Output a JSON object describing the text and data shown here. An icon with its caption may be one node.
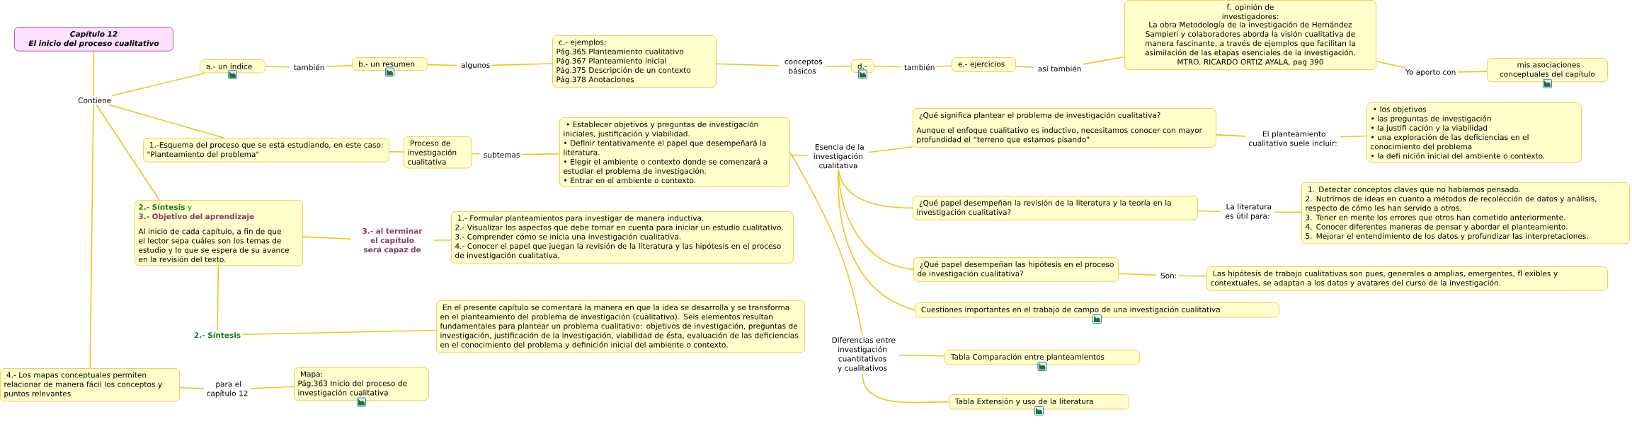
{
  "diagram": {
    "nodes": [
      {
        "text": [
          "Capítulo 12",
          "El inicio del proceso cualitativo"
        ]
      },
      {
        "text": [
          "Contiene"
        ]
      },
      {
        "text": [
          "a.- un índice"
        ]
      },
      {
        "text": [
          "también"
        ]
      },
      {
        "text": [
          "b.- un resumen"
        ]
      },
      {
        "text": [
          "algunos"
        ]
      },
      {
        "text": [
          "c.- ejemplos:",
          "Pág.365 Planteamiento cualitativo",
          "Pág.367 Planteamiento inicial",
          "Pág.375 Descripción de un contexto",
          "Pág.378 Anotaciones"
        ]
      },
      {
        "text": [
          "conceptos básicos"
        ]
      },
      {
        "text": [
          "d.-"
        ]
      },
      {
        "text": [
          "también"
        ]
      },
      {
        "text": [
          "e.- ejercicios"
        ]
      },
      {
        "text": [
          "así también"
        ]
      },
      {
        "text": [
          "f. opinión de investigadores:",
          "La obra Metodología de la investigación de Hernández Sampieri y colaboradores aborda la visión cualitativa de manera fascinante, a través de ejemplos que facilitan la asimilación de las etapas esenciales de la investigación.",
          "MTRO. RICARDO ORTIZ AYALA, pag 390"
        ]
      },
      {
        "text": [
          "Yo aporto con"
        ]
      },
      {
        "text": [
          "mis asociaciones conceptuales del capítulo"
        ]
      },
      {
        "text": [
          "1.-Esquema del proceso que se está estudiando, en este caso: \"Planteamiento del problema\""
        ]
      },
      {
        "text": [
          "Proceso de investigación cualitativa"
        ]
      },
      {
        "text": [
          "subtemas"
        ]
      },
      {
        "text": [
          "• Establecer objetivos y preguntas de investigación iniciales, justificación y viabilidad.",
          "• Definir tentativamente el papel que desempeñará la literatura.",
          "• Elegir el ambiente o contexto donde se comenzará a estudiar el problema de investigación.",
          "• Entrar en el ambiente o contexto."
        ]
      },
      {
        "text": [
          "Esencia de la investigación cualitativa"
        ]
      },
      {
        "text": [
          "¿Qué significa plantear el problema de investigación cualitativa?",
          "Aunque el enfoque cualitativo es inductivo, necesitamos conocer con mayor profundidad el “terreno que estamos pisando\""
        ]
      },
      {
        "text": [
          "El planteamiento cualitativo suele incluir:"
        ]
      },
      {
        "text": [
          "• los objetivos",
          "• las preguntas de investigación",
          "• la justifi cación y la viabilidad",
          "• una exploración de las deficiencias en el conocimiento del problema",
          "• la defi nición inicial del ambiente o contexto."
        ]
      },
      {
        "text": [
          "¿Qué papel desempeñan la revisión de la literatura y la teoría en la investigación cualitativa?"
        ]
      },
      {
        "text": [
          "La literatura es útil para:"
        ]
      },
      {
        "text": [
          "1. Detectar conceptos claves que no habíamos pensado.",
          "2. Nutrirnos de ideas en cuanto a métodos de recolección de datos y análisis, respecto de cómo les han servido a otros.",
          "3. Tener en mente los errores que otros han cometido anteriormente.",
          "4. Conocer diferentes maneras de pensar y abordar el planteamiento.",
          "5. Mejorar el entendimiento de los datos y profundizar las interpretaciones."
        ]
      },
      {
        "text": [
          "¿Qué papel desempeñan las hipótesis en el proceso de investigación cualitativa?"
        ]
      },
      {
        "text": [
          "Son:"
        ]
      },
      {
        "text": [
          "Las hipótesis de trabajo cualitativas son pues, generales o amplias, emergentes, fl exibles y contextuales, se adaptan a los datos y avatares del curso de la investigación."
        ]
      },
      {
        "text": [
          "Cuestiones importantes en el trabajo de campo de una investigación cualitativa"
        ]
      },
      {
        "text": [
          "Diferencias entre investigación cuantitativos y cualitativos"
        ]
      },
      {
        "text": [
          "Tabla Comparación entre planteamientos"
        ]
      },
      {
        "text": [
          "Tabla Extensión y uso de la literatura"
        ]
      },
      {
        "text": [
          "**2.- Síntesis** y",
          "3.- Objetivo del aprendizaje",
          "Al inicio de cada capítulo, a fin de que el lector sepa cuáles son los temas de estudio y lo que se espera de su avance en la revisión del texto."
        ]
      },
      {
        "text": [
          "3.- al terminar el capítulo será capaz de"
        ]
      },
      {
        "text": [
          "1.- Formular planteamientos para investigar de manera inductiva.",
          "2.- Visualizar los aspectos que debe tomar en cuenta para iniciar un estudio cualitativo.",
          "3.- Comprender cómo se inicia una investigación cualitativa.",
          "4.- Conocer el papel que juegan la revisión de la literatura y las hipótesis en el proceso de investigación cualitativa."
        ]
      },
      {
        "text": [
          "2.- Síntesis"
        ]
      },
      {
        "text": [
          "En el presente capítulo se comentará la manera en que la idea se desarrolla y se transforma en el planteamiento del problema de investigación (cualitativo). Seis elementos resultan fundamentales para plantear un problema cualitativo: objetivos de investigación, preguntas de investigación, justificación de la investigación, viabilidad de ésta, evaluación de las deficiencias en el conocimiento del problema y definición inicial del ambiente o contexto."
        ]
      },
      {
        "text": [
          "4.- Los mapas conceptuales permiten relacionar de manera fácil los conceptos y puntos relevantes"
        ]
      },
      {
        "text": [
          "para el capítulo 12"
        ]
      },
      {
        "text": [
          "Mapa:",
          "Pág.363 Inicio del proceso de investigación cualitativa"
        ]
      }
    ],
    "edges": [
      {
        "from": 0,
        "to": 1,
        "arrow": "none"
      },
      {
        "from": 1,
        "to": 38,
        "arrow": "none"
      },
      {
        "from": 1,
        "to": 2,
        "arrow": "none"
      },
      {
        "from": 1,
        "to": 15,
        "arrow": "none"
      },
      {
        "from": 1,
        "to": 33,
        "arrow": "none"
      },
      {
        "from": 2,
        "to": 3,
        "arrow": "none"
      },
      {
        "from": 3,
        "to": 4,
        "arrow": "none"
      },
      {
        "from": 4,
        "to": 5,
        "arrow": "none"
      },
      {
        "from": 5,
        "to": 6,
        "arrow": "none"
      },
      {
        "from": 6,
        "to": 7,
        "arrow": "none"
      },
      {
        "from": 7,
        "to": 8,
        "arrow": "none"
      },
      {
        "from": 8,
        "to": 9,
        "arrow": "none"
      },
      {
        "from": 9,
        "to": 10,
        "arrow": "none"
      },
      {
        "from": 10,
        "to": 11,
        "arrow": "none"
      },
      {
        "from": 11,
        "to": 12,
        "arrow": "none"
      },
      {
        "from": 12,
        "to": 13,
        "arrow": "none"
      },
      {
        "from": 13,
        "to": 14,
        "arrow": "none"
      },
      {
        "from": 15,
        "to": 16,
        "arrow": "none"
      },
      {
        "from": 16,
        "to": 17,
        "arrow": "none"
      },
      {
        "from": 17,
        "to": 18,
        "arrow": "none"
      },
      {
        "from": 18,
        "to": 19,
        "arrow": "none"
      },
      {
        "from": 18,
        "to": 30,
        "arrow": "none"
      },
      {
        "from": 19,
        "to": 20,
        "arrow": "none"
      },
      {
        "from": 20,
        "to": 21,
        "arrow": "none"
      },
      {
        "from": 21,
        "to": 22,
        "arrow": "none"
      },
      {
        "from": 19,
        "to": 23,
        "arrow": "none"
      },
      {
        "from": 23,
        "to": 24,
        "arrow": "none"
      },
      {
        "from": 24,
        "to": 25,
        "arrow": "none"
      },
      {
        "from": 19,
        "to": 26,
        "arrow": "none"
      },
      {
        "from": 26,
        "to": 27,
        "arrow": "none"
      },
      {
        "from": 27,
        "to": 28,
        "arrow": "none"
      },
      {
        "from": 19,
        "to": 29,
        "arrow": "none"
      },
      {
        "from": 30,
        "to": 31,
        "arrow": "none"
      },
      {
        "from": 30,
        "to": 32,
        "arrow": "none"
      },
      {
        "from": 33,
        "to": 34,
        "arrow": "none"
      },
      {
        "from": 34,
        "to": 35,
        "arrow": "none"
      },
      {
        "from": 33,
        "to": 36,
        "arrow": "none"
      },
      {
        "from": 36,
        "to": 37,
        "arrow": "none"
      },
      {
        "from": 38,
        "to": 39,
        "arrow": "none"
      },
      {
        "from": 39,
        "to": 40,
        "arrow": "none"
      }
    ]
  }
}
